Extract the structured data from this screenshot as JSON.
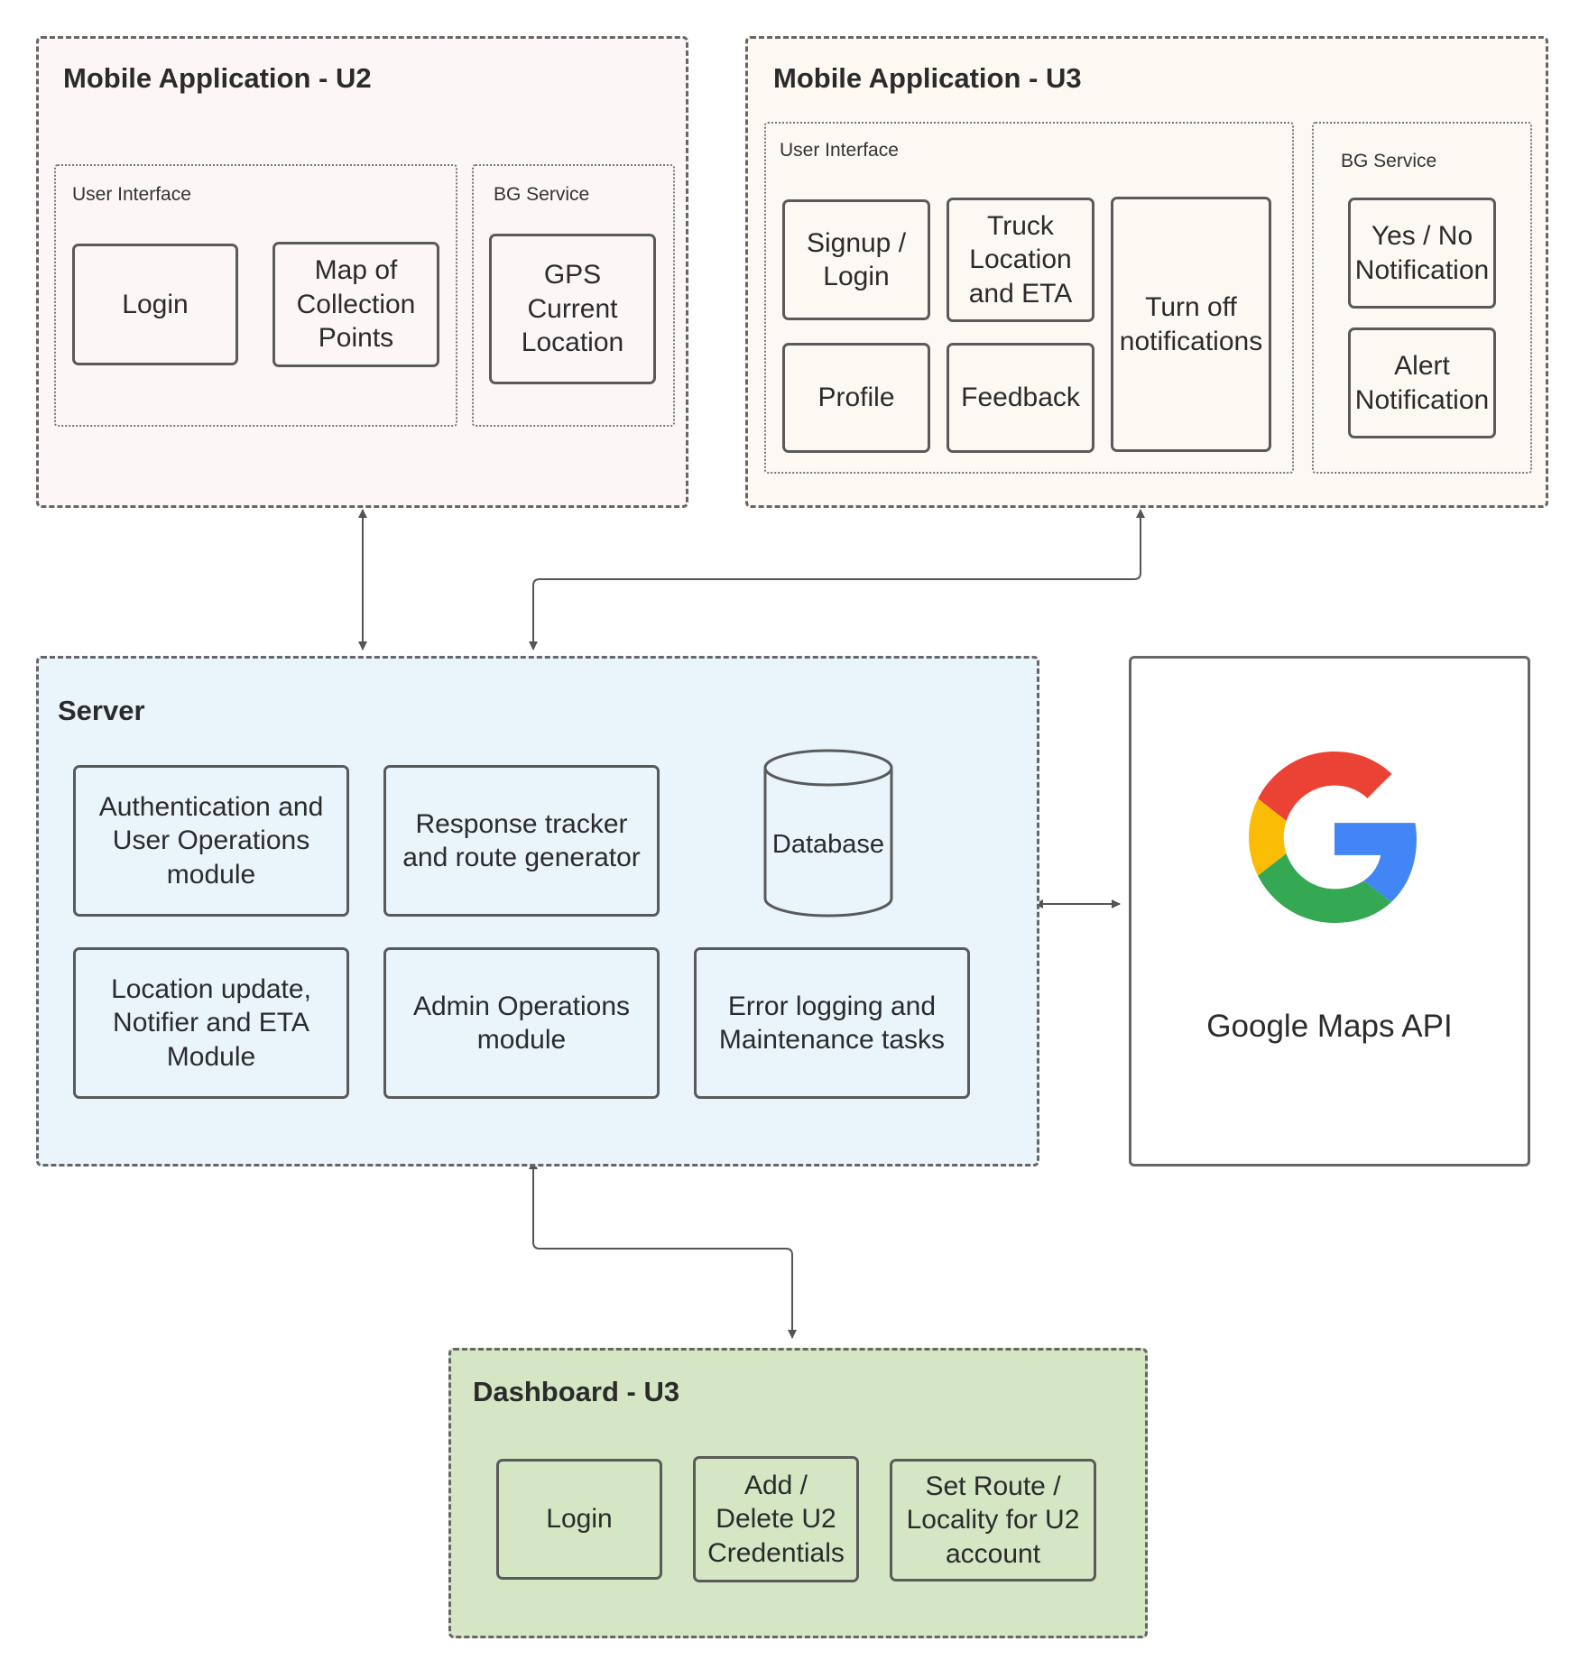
{
  "mobile_u2": {
    "title": "Mobile Application - U2",
    "ui_label": "User Interface",
    "bg_label": "BG Service",
    "login": "Login",
    "map": "Map of\nCollection\nPoints",
    "gps": "GPS\nCurrent\nLocation"
  },
  "mobile_u3": {
    "title": "Mobile Application - U3",
    "ui_label": "User Interface",
    "bg_label": "BG Service",
    "signup": "Signup /\nLogin",
    "truck": "Truck\nLocation\nand ETA",
    "turnoff": "Turn off\nnotifications",
    "profile": "Profile",
    "feedback": "Feedback",
    "yesno": "Yes / No\nNotification",
    "alert": "Alert\nNotification"
  },
  "server": {
    "title": "Server",
    "auth": "Authentication and\nUser Operations\nmodule",
    "response": "Response tracker\nand route generator",
    "database": "Database",
    "location": "Location update,\nNotifier and ETA\nModule",
    "admin": "Admin Operations\nmodule",
    "error": "Error logging and\nMaintenance tasks"
  },
  "google": {
    "label": "Google Maps API",
    "logo_icon": "google-g-logo",
    "colors": {
      "red": "#EA4335",
      "yellow": "#FBBC05",
      "green": "#34A853",
      "blue": "#4285F4"
    }
  },
  "dashboard": {
    "title": "Dashboard - U3",
    "login": "Login",
    "add": "Add /\nDelete U2\nCredentials",
    "route": "Set Route /\nLocality for U2\naccount"
  },
  "colors": {
    "u2_bg": "#fcf6f7",
    "u3_bg": "#fef8f3",
    "server_bg": "#eaf4fb",
    "dashboard_bg": "#d4e6c4"
  }
}
